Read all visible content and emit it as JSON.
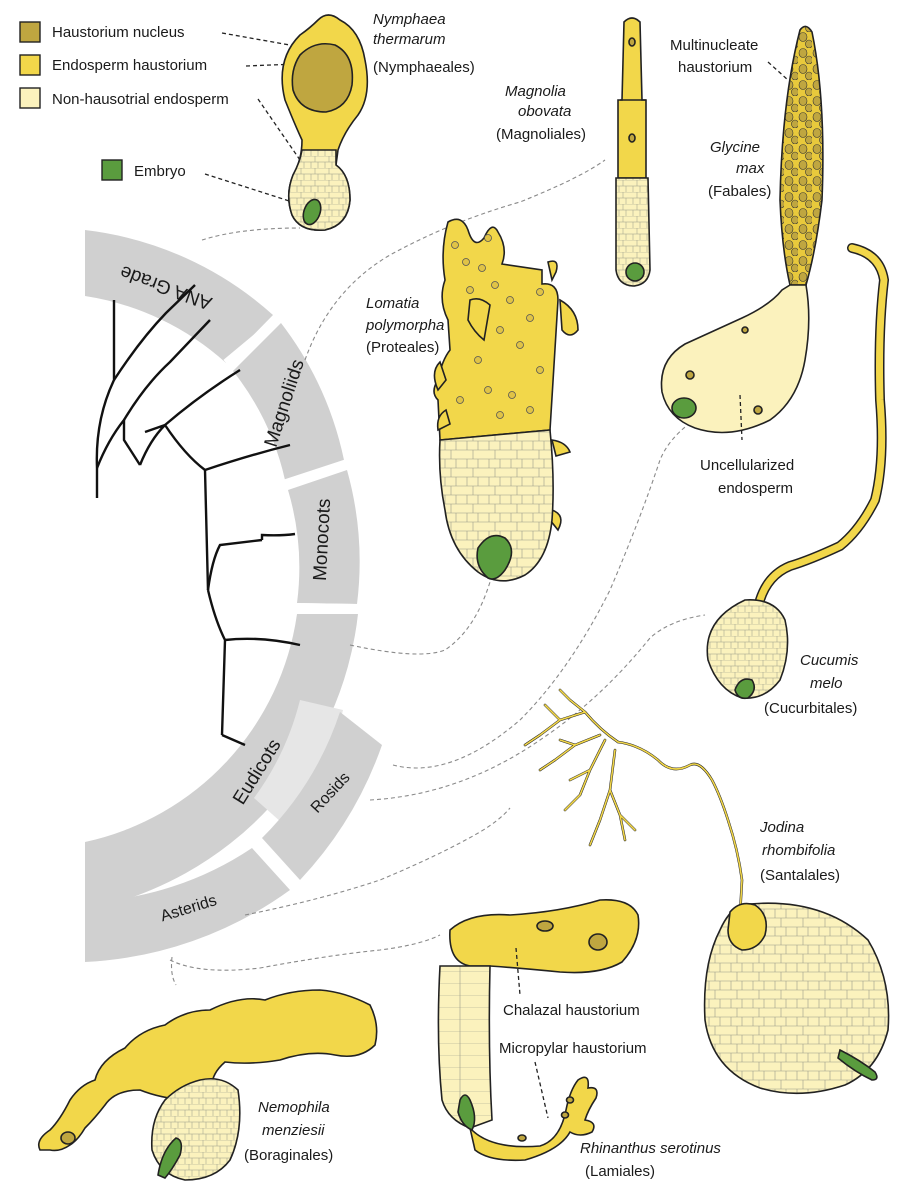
{
  "colors": {
    "haustorium_nucleus": "#bfa640",
    "endosperm_haustorium": "#f2d74a",
    "non_haustorial_endosperm": "#fbf2bd",
    "embryo": "#5a9c3e",
    "clade_band": "#d0d0d0"
  },
  "legend": {
    "items": [
      {
        "label": "Haustorium nucleus",
        "color": "#bfa640"
      },
      {
        "label": "Endosperm haustorium",
        "color": "#f2d74a"
      },
      {
        "label": "Non-hausotrial endosperm",
        "color": "#fbf2bd"
      }
    ],
    "embryo_label": "Embryo"
  },
  "clades": {
    "ana": "ANA Grade",
    "magnoliids": "Magnoliids",
    "monocots": "Monocots",
    "eudicots": "Eudicots",
    "rosids": "Rosids",
    "asterids": "Asterids"
  },
  "species": {
    "nymphaea": {
      "name1": "Nymphaea",
      "name2": "thermarum",
      "order": "(Nymphaeales)"
    },
    "magnolia": {
      "name1": "Magnolia",
      "name2": "obovata",
      "order": "(Magnoliales)"
    },
    "glycine": {
      "name1": "Glycine",
      "name2": "max",
      "order": "(Fabales)"
    },
    "lomatia": {
      "name1": "Lomatia",
      "name2": "polymorpha",
      "order": "(Proteales)"
    },
    "cucumis": {
      "name1": "Cucumis",
      "name2": "melo",
      "order": "(Cucurbitales)"
    },
    "jodina": {
      "name1": "Jodina",
      "name2": "rhombifolia",
      "order": "(Santalales)"
    },
    "nemophila": {
      "name1": "Nemophila",
      "name2": "menziesii",
      "order": "(Boraginales)"
    },
    "rhinanthus": {
      "name1": "Rhinanthus serotinus",
      "order": "(Lamiales)"
    }
  },
  "annotations": {
    "multinucleate_1": "Multinucleate",
    "multinucleate_2": "haustorium",
    "uncellularized_1": "Uncellularized",
    "uncellularized_2": "endosperm",
    "chalazal": "Chalazal haustorium",
    "micropylar": "Micropylar haustorium"
  }
}
